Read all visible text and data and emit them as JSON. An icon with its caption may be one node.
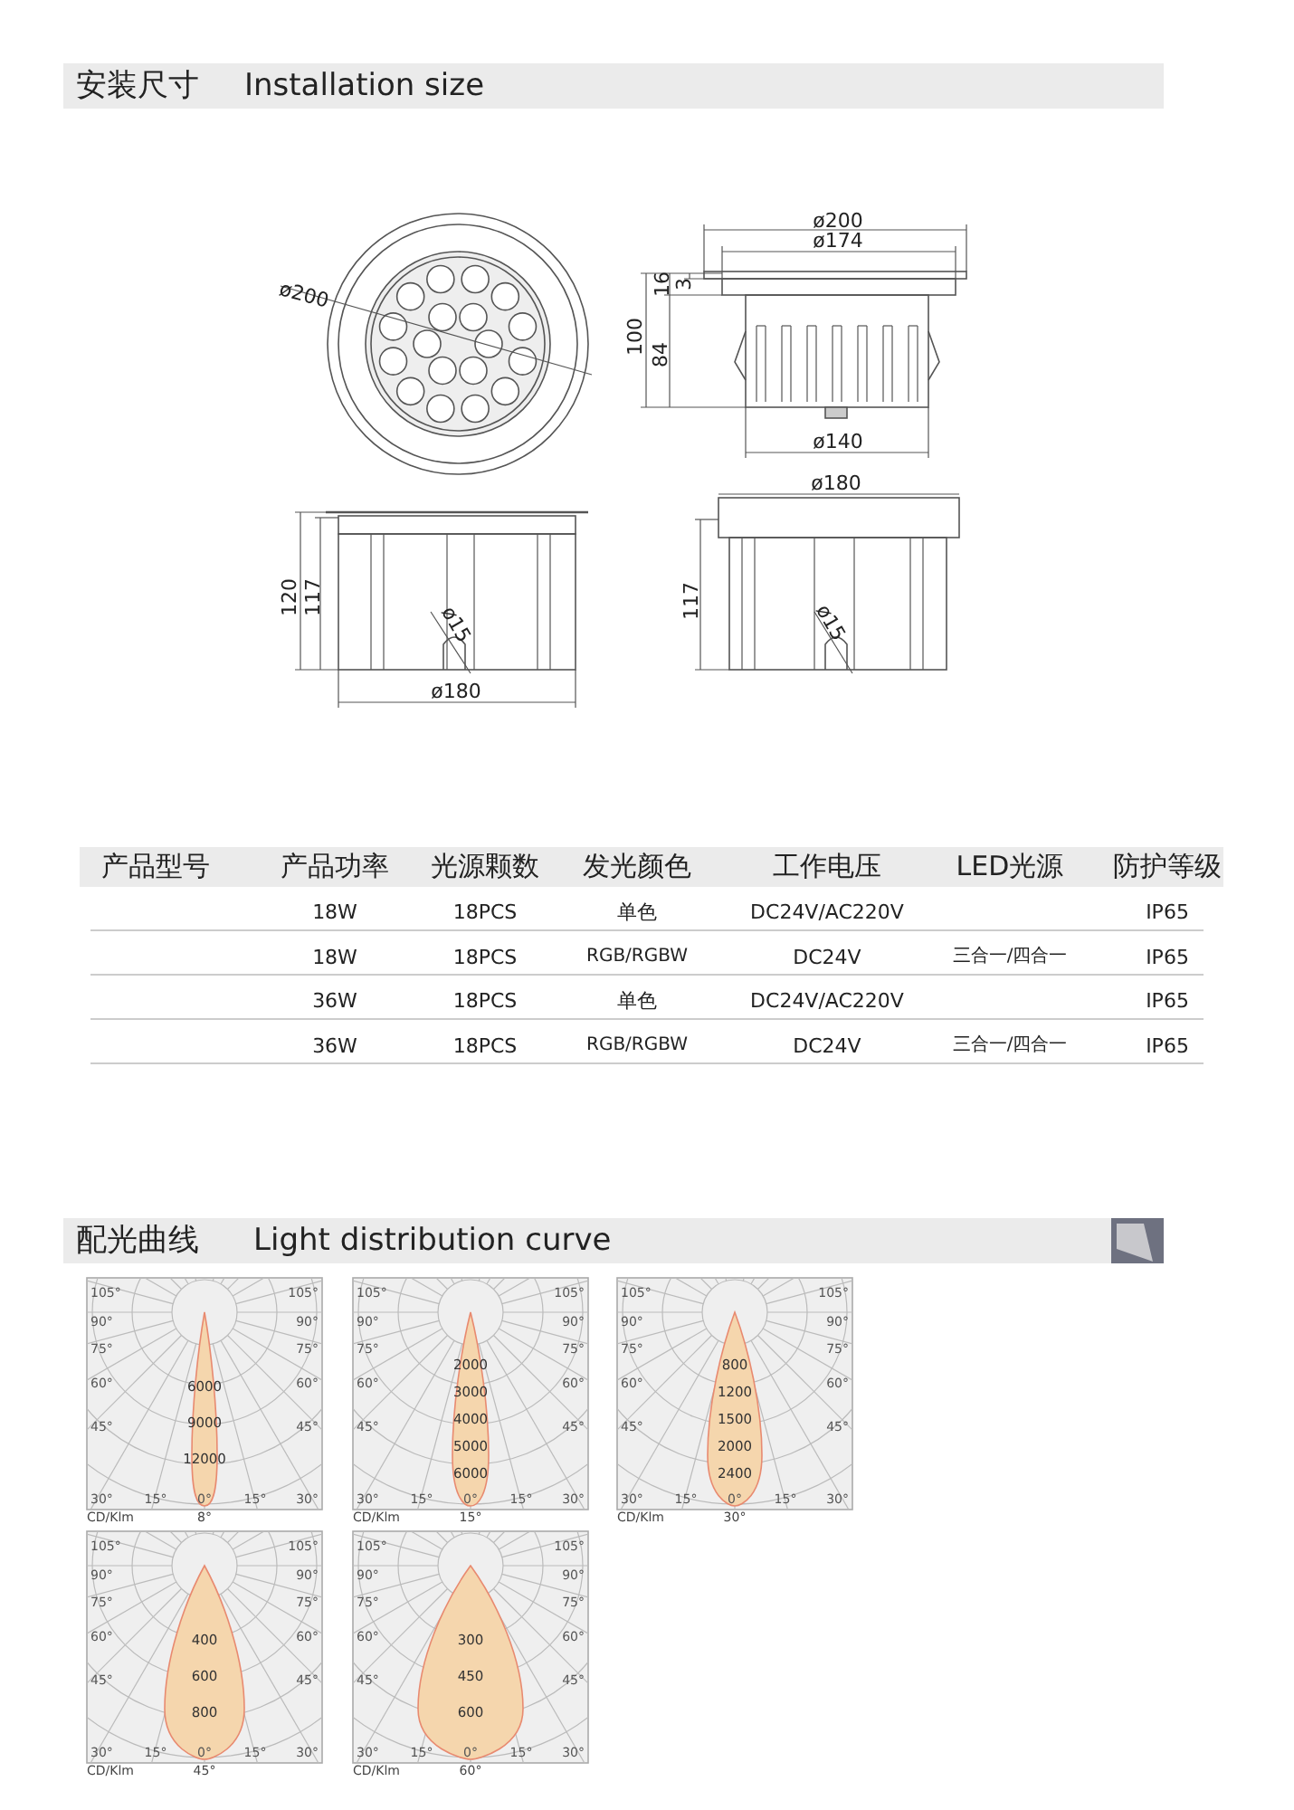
{
  "diagram": {
    "labels": [
      "安装尺寸",
      "Installation size",
      "ø200",
      "ø200",
      "ø174",
      "16",
      "3",
      "100",
      "84",
      "ø140",
      "120",
      "117",
      "ø15",
      "ø180",
      "ø180",
      "117",
      "ø15",
      "产品型号",
      "产品功率",
      "光源颗数",
      "发光颜色",
      "工作电压",
      "LED光源",
      "防护等级",
      "18W",
      "18PCS",
      "单色",
      "DC24V/AC220V",
      "IP65",
      "18W",
      "18PCS",
      "RGB/RGBW",
      "DC24V",
      "三合一/四合一",
      "IP65",
      "36W",
      "18PCS",
      "单色",
      "DC24V/AC220V",
      "IP65",
      "36W",
      "18PCS",
      "RGB/RGBW",
      "DC24V",
      "三合一/四合一",
      "IP65",
      "配光曲线",
      "Light distribution curve",
      "105°",
      "105°",
      "90°",
      "90°",
      "75°",
      "75°",
      "60°",
      "60°",
      "45°",
      "45°",
      "30°",
      "15°",
      "0°",
      "15°",
      "30°",
      "6000",
      "9000",
      "12000",
      "CD/Klm",
      "8°",
      "105°",
      "105°",
      "90°",
      "90°",
      "75°",
      "75°",
      "60°",
      "60°",
      "45°",
      "45°",
      "30°",
      "15°",
      "0°",
      "15°",
      "30°",
      "2000",
      "3000",
      "4000",
      "5000",
      "6000",
      "CD/Klm",
      "15°",
      "105°",
      "105°",
      "90°",
      "90°",
      "75°",
      "75°",
      "60°",
      "60°",
      "45°",
      "45°",
      "30°",
      "15°",
      "0°",
      "15°",
      "30°",
      "800",
      "1200",
      "1500",
      "2000",
      "2400",
      "CD/Klm",
      "30°",
      "105°",
      "105°",
      "90°",
      "90°",
      "75°",
      "75°",
      "60°",
      "60°",
      "45°",
      "45°",
      "30°",
      "15°",
      "0°",
      "15°",
      "30°",
      "400",
      "600",
      "800",
      "CD/Klm",
      "45°",
      "105°",
      "105°",
      "90°",
      "90°",
      "75°",
      "75°",
      "60°",
      "60°",
      "45°",
      "45°",
      "30°",
      "15°",
      "0°",
      "15°",
      "30°",
      "300",
      "450",
      "600",
      "CD/Klm",
      "60°"
    ]
  }
}
